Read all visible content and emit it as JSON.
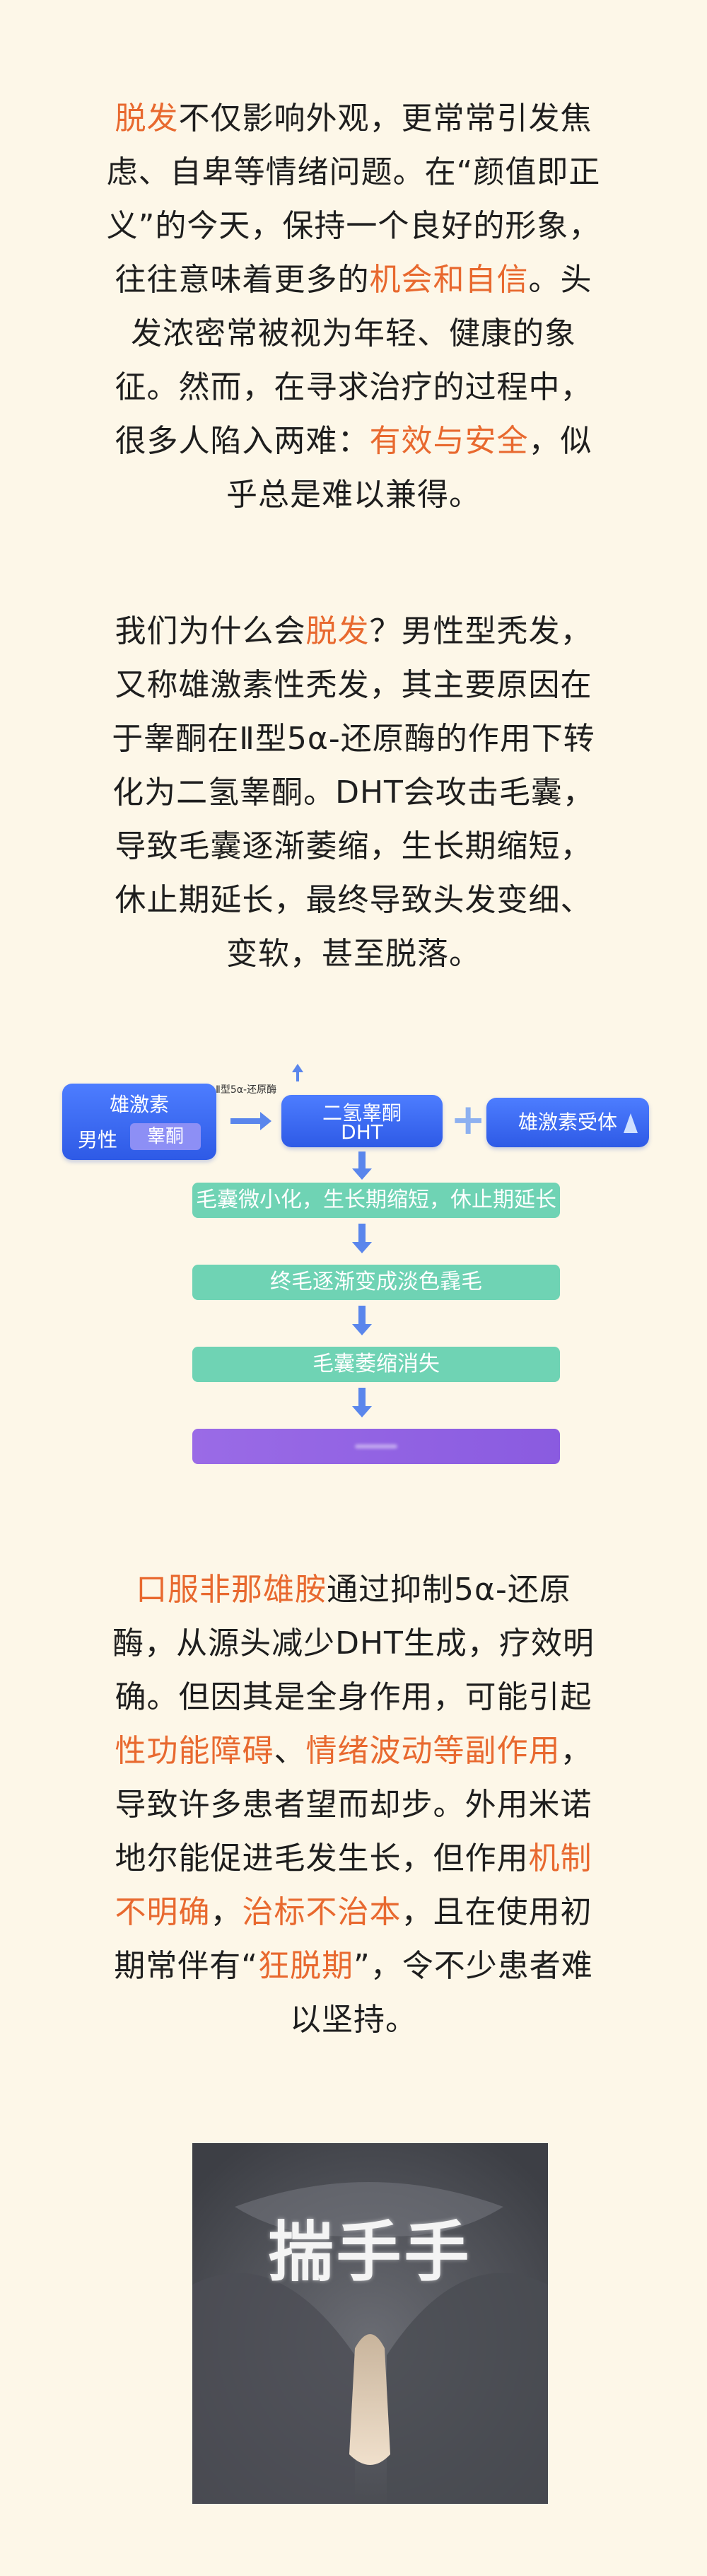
{
  "paragraph1": {
    "s1": "脱发",
    "s2": "不仅影响外观，更常常引发焦虑、自卑等情绪问题。在“颜值即正义”的今天，保持一个良好的形象，往往意味着更多的",
    "s3": "机会和自信",
    "s4": "。头发浓密常被视为年轻、健康的象征。然而，在寻求治疗的过程中，很多人陷入两难：",
    "s5": "有效与安全",
    "s6": "，似乎总是难以兼得。"
  },
  "paragraph2": {
    "s1": "我们为什么会",
    "s2": "脱发",
    "s3": "？男性型秃发，又称雄激素性秃发，其主要原因在于睾酮在Ⅱ型5α-还原酶的作用下转化为二氢睾酮。DHT会攻击毛囊，导致毛囊逐渐萎缩，生长期缩短，休止期延长，最终导致头发变细、变软，甚至脱落。"
  },
  "diagram": {
    "androgen_title": "雄激素",
    "male_label": "男性",
    "testosterone": "睾酮",
    "enzyme_label": "Ⅱ型5α-还原酶",
    "dht_cn": "二氢睾酮",
    "dht_en": "DHT",
    "plus": "+",
    "receptor": "雄激素受体",
    "step1": "毛囊微小化，生长期缩短，休止期延长",
    "step2": "终毛逐渐变成淡色毳毛",
    "step3": "毛囊萎缩消失"
  },
  "paragraph3": {
    "s1": "口服非那雄胺",
    "s2": "通过抑制5α-还原酶，从源头减少DHT生成，疗效明确。但因其是全身作用，可能引起",
    "s3": "性功能障碍",
    "s4": "、",
    "s5": "情绪波动等副作用",
    "s6": "，导致许多患者望而却步。外用米诺地尔能促进毛发生长，但作用",
    "s7": "机制不明确",
    "s8": "，",
    "s9": "治标不治本",
    "s10": "，且在使用初期常伴有“",
    "s11": "狂脱期",
    "s12": "”，令不少患者难以坚持。"
  },
  "meme": {
    "caption": "揣手手"
  },
  "colors": {
    "highlight": "#e8692f",
    "background": "#fdf7e8",
    "flow_blue": "#3a66f0",
    "flow_teal": "#6fd3b4",
    "flow_purple": "#8a5be0"
  }
}
